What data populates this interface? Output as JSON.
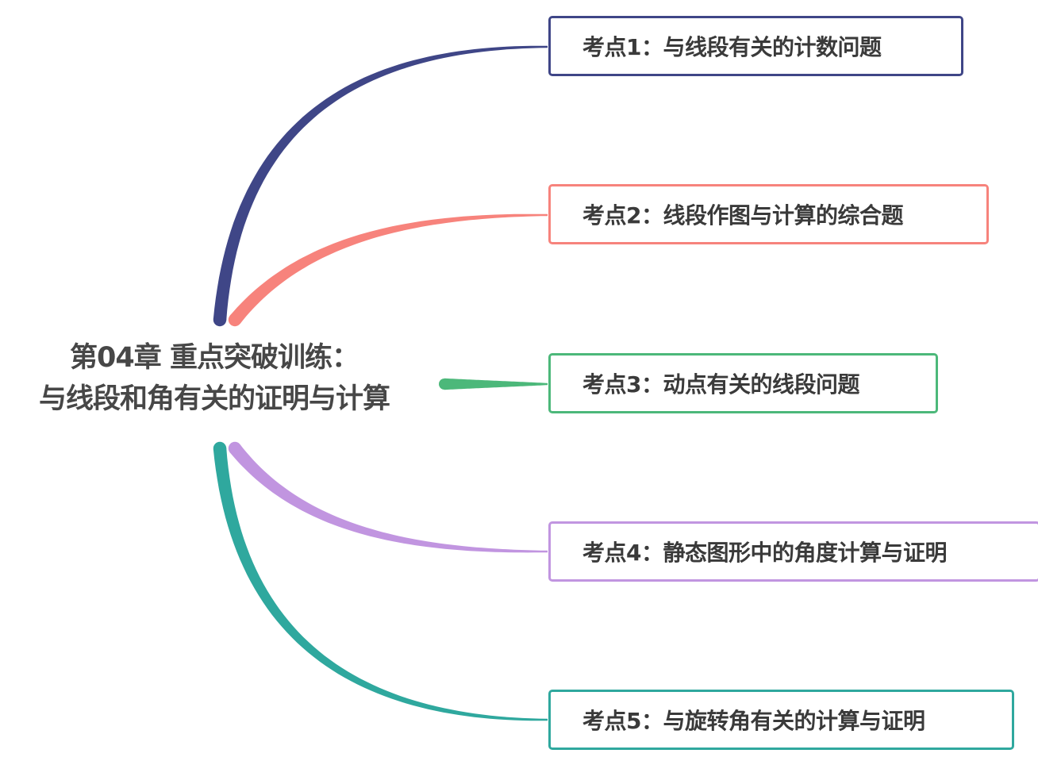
{
  "root": {
    "line1": "第04章 重点突破训练：",
    "line2": "与线段和角有关的证明与计算"
  },
  "branches": [
    {
      "label": "考点1：与线段有关的计数问题",
      "color": "#3f4687"
    },
    {
      "label": "考点2：线段作图与计算的综合题",
      "color": "#f7837c"
    },
    {
      "label": "考点3：动点有关的线段问题",
      "color": "#4cb87a"
    },
    {
      "label": "考点4：静态图形中的角度计算与证明",
      "color": "#c195e0"
    },
    {
      "label": "考点5：与旋转角有关的计算与证明",
      "color": "#2fa89e"
    }
  ]
}
